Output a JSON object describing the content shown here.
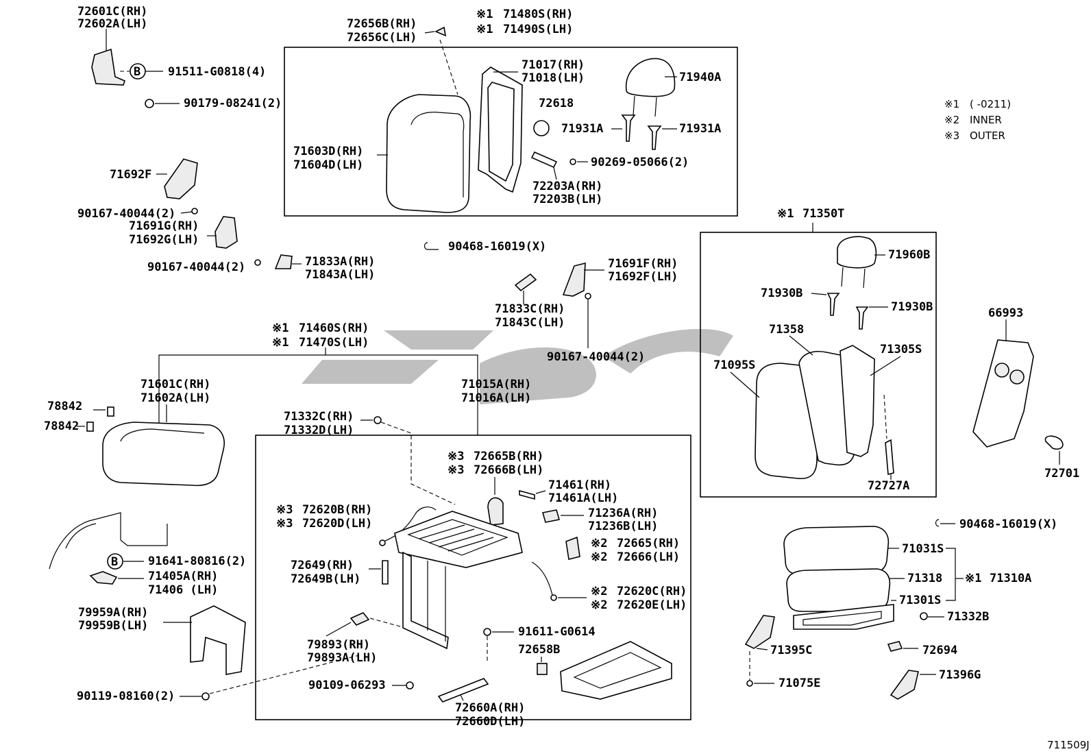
{
  "legend": [
    {
      "mark": "※1",
      "text": "(      -0211)"
    },
    {
      "mark": "※2",
      "text": "INNER"
    },
    {
      "mark": "※3",
      "text": "OUTER"
    }
  ],
  "figure_id": "711509J",
  "groups": {
    "back_assy": {
      "mark": "※1",
      "lines": [
        "71480S(RH)",
        "71490S(LH)"
      ]
    },
    "cushion_assy": {
      "mark": "※1",
      "lines": [
        "71460S(RH)",
        "71470S(LH)"
      ]
    },
    "rear_back": {
      "mark": "※1",
      "lines": [
        "71350T"
      ]
    }
  },
  "labels": {
    "l01": "72601C(RH)",
    "l02": "72602A(LH)",
    "l03": "91511-G0818(4)",
    "l04": "90179-08241(2)",
    "l05": "72656B(RH)",
    "l06": "72656C(LH)",
    "l07": "71017(RH)",
    "l08": "71018(LH)",
    "l09": "71940A",
    "l10": "72618",
    "l11": "71931A",
    "l12": "71931A",
    "l13": "71603D(RH)",
    "l14": "71604D(LH)",
    "l15": "90269-05066(2)",
    "l16": "72203A(RH)",
    "l17": "72203B(LH)",
    "l18": "71692F",
    "l19": "90167-40044(2)",
    "l20": "71691G(RH)",
    "l21": "71692G(LH)",
    "l22": "90167-40044(2)",
    "l23": "71833A(RH)",
    "l24": "71843A(LH)",
    "l25": "90468-16019(X)",
    "l26": "71691F(RH)",
    "l27": "71692F(LH)",
    "l28": "71833C(RH)",
    "l29": "71843C(LH)",
    "l30": "90167-40044(2)",
    "l31": "71960B",
    "l32": "71930B",
    "l33": "71930B",
    "l34": "71358",
    "l35": "71305S",
    "l36": "71095S",
    "l37": "66993",
    "l38": "72727A",
    "l39": "72701",
    "l40": "71601C(RH)",
    "l41": "71602A(LH)",
    "l42": "71015A(RH)",
    "l43": "71016A(LH)",
    "l44": "78842",
    "l45": "78842",
    "l46": "71332C(RH)",
    "l47": "71332D(LH)",
    "l48": "72665B(RH)",
    "l49": "72666B(LH)",
    "l50": "71461(RH)",
    "l51": "71461A(LH)",
    "l52": "72620B(RH)",
    "l53": "72620D(LH)",
    "l54": "71236A(RH)",
    "l55": "71236B(LH)",
    "l56": "72665(RH)",
    "l57": "72666(LH)",
    "l58": "72649(RH)",
    "l59": "72649B(LH)",
    "l60": "72620C(RH)",
    "l61": "72620E(LH)",
    "l62": "91641-80816(2)",
    "l63": "71405A(RH)",
    "l64": "71406  (LH)",
    "l65": "79959A(RH)",
    "l66": "79959B(LH)",
    "l67": "79893(RH)",
    "l68": "79893A(LH)",
    "l69": "91611-G0614",
    "l70": "72658B",
    "l71": "90109-06293",
    "l72": "90119-08160(2)",
    "l73": "72660A(RH)",
    "l74": "72660D(LH)",
    "l75": "90468-16019(X)",
    "l76": "71031S",
    "l77": "71318",
    "l78": "71310A",
    "l79": "71301S",
    "l80": "71332B",
    "l81": "72694",
    "l82": "71395C",
    "l83": "71075E",
    "l84": "71396G"
  },
  "marks": {
    "m48": "※3",
    "m49": "※3",
    "m52": "※3",
    "m53": "※3",
    "m56": "※2",
    "m57": "※2",
    "m60": "※2",
    "m61": "※2",
    "m78": "※1"
  },
  "circle_letters": {
    "b1": "B",
    "b2": "B"
  }
}
